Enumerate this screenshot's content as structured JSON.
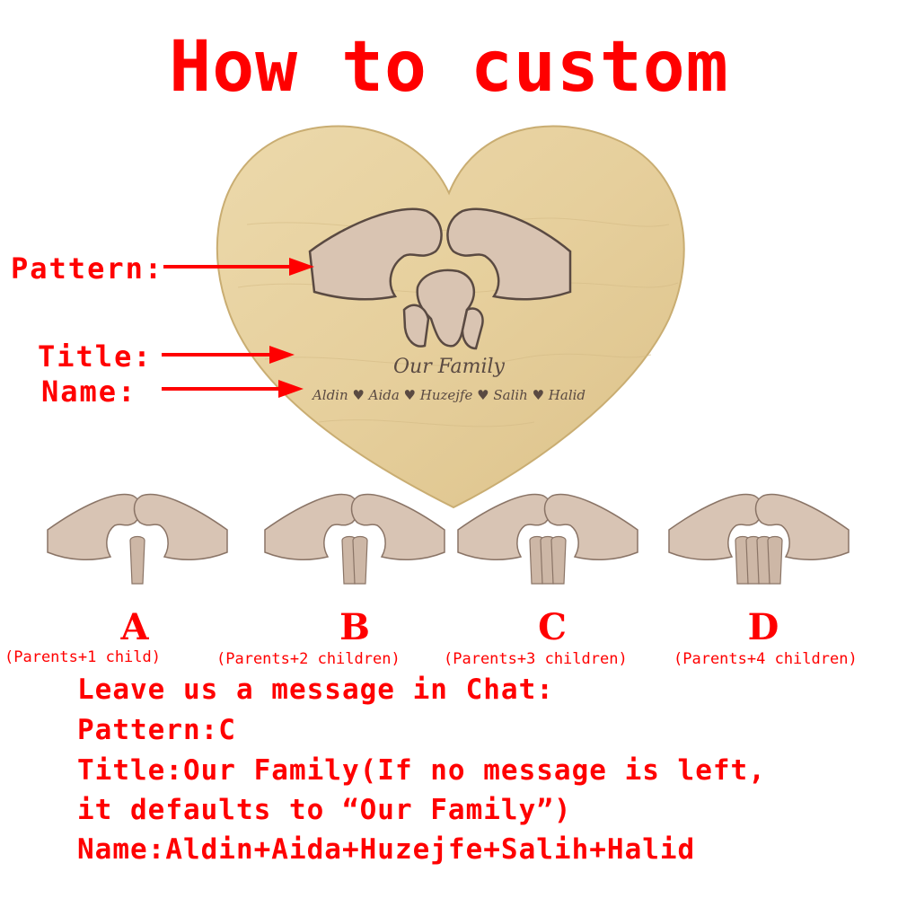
{
  "header": {
    "title": "How to custom"
  },
  "callouts": {
    "pattern": "Pattern:",
    "title": "Title:",
    "name": "Name:"
  },
  "plaque": {
    "title_text": "Our Family",
    "names": [
      "Aldin",
      "Aida",
      "Huzejfe",
      "Salih",
      "Halid"
    ]
  },
  "options": [
    {
      "letter": "A",
      "desc": "(Parents+1 child)"
    },
    {
      "letter": "B",
      "desc": "(Parents+2 children)"
    },
    {
      "letter": "C",
      "desc": "(Parents+3 children)"
    },
    {
      "letter": "D",
      "desc": "(Parents+4 children)"
    }
  ],
  "message": {
    "line1": "Leave us a message in Chat:",
    "line2": "Pattern:C",
    "line3": "Title:Our Family(If no message is left,",
    "line4": "it defaults to “Our Family”)",
    "line5": "Name:Aldin+Aida+Huzejfe+Salih+Halid"
  },
  "colors": {
    "accent": "#ff0000",
    "wood": "#e6cf9c",
    "ink": "#5a4a42"
  }
}
